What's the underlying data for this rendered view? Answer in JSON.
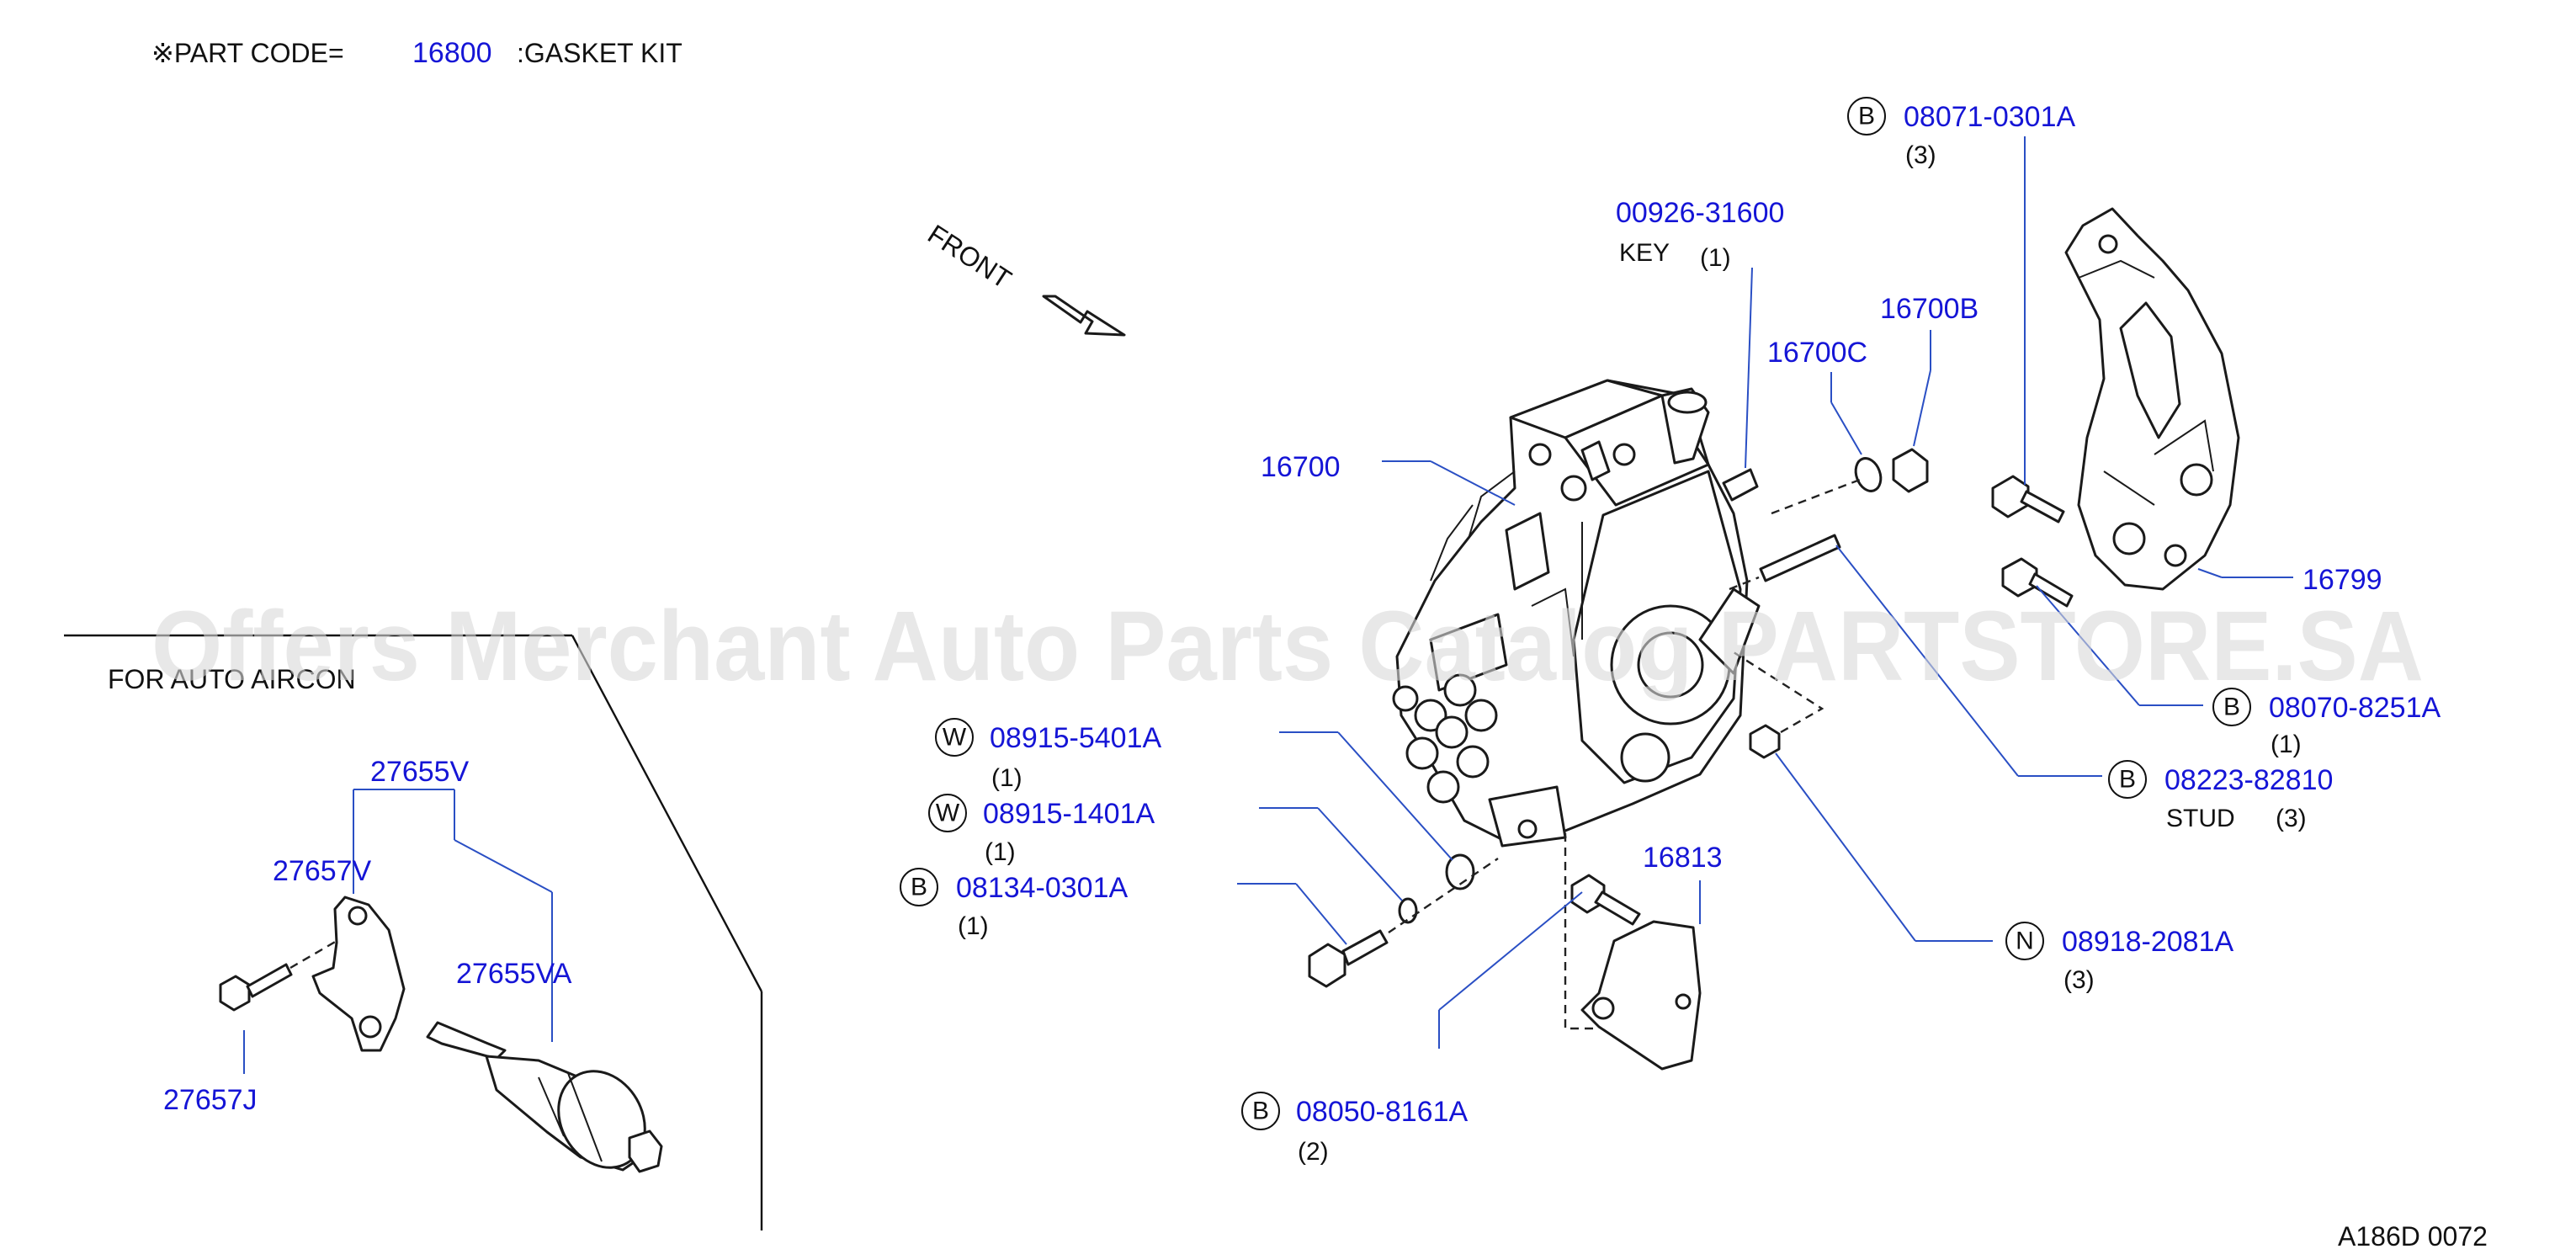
{
  "header": {
    "prefix": "※PART CODE=",
    "gasket_code": "16800",
    "gasket_name": ":GASKET KIT"
  },
  "front_label": "FRONT",
  "aircon_label": "FOR AUTO AIRCON",
  "drawing_code": "A186D 0072",
  "watermark": "Offers Merchant Auto Parts Catalog PARTSTORE.SA",
  "link_color": "#1515d6",
  "callouts": {
    "c1": {
      "part": "08071-0301A",
      "circle": "B",
      "qty": "(3)"
    },
    "c2": {
      "part": "00926-31600",
      "name": "KEY",
      "qty": "(1)"
    },
    "c3": {
      "part": "16700B"
    },
    "c4": {
      "part": "16700C"
    },
    "c5": {
      "part": "16700"
    },
    "c6": {
      "part": "16799"
    },
    "c7": {
      "part": "08070-8251A",
      "circle": "B",
      "qty": "(1)"
    },
    "c8": {
      "part": "08223-82810",
      "circle": "B",
      "name": "STUD",
      "qty": "(3)"
    },
    "c9": {
      "part": "08915-5401A",
      "circle": "W",
      "qty": "(1)"
    },
    "c10": {
      "part": "08915-1401A",
      "circle": "W",
      "qty": "(1)"
    },
    "c11": {
      "part": "08134-0301A",
      "circle": "B",
      "qty": "(1)"
    },
    "c12": {
      "part": "16813"
    },
    "c13": {
      "part": "08918-2081A",
      "circle": "N",
      "qty": "(3)"
    },
    "c14": {
      "part": "08050-8161A",
      "circle": "B",
      "qty": "(2)"
    },
    "c15": {
      "part": "27655V"
    },
    "c16": {
      "part": "27657V"
    },
    "c17": {
      "part": "27655VA"
    },
    "c18": {
      "part": "27657J"
    }
  }
}
